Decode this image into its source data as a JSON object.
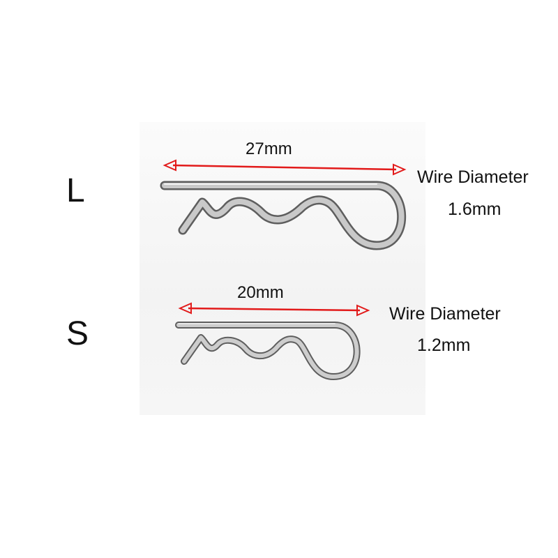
{
  "sizes": [
    {
      "letter": "L",
      "length": "27mm",
      "spec_label": "Wire Diameter",
      "spec_value": "1.6mm"
    },
    {
      "letter": "S",
      "length": "20mm",
      "spec_label": "Wire Diameter",
      "spec_value": "1.2mm"
    }
  ],
  "colors": {
    "arrow": "#e21a1a",
    "metal": "#a9a9a9",
    "background": "#ffffff"
  }
}
